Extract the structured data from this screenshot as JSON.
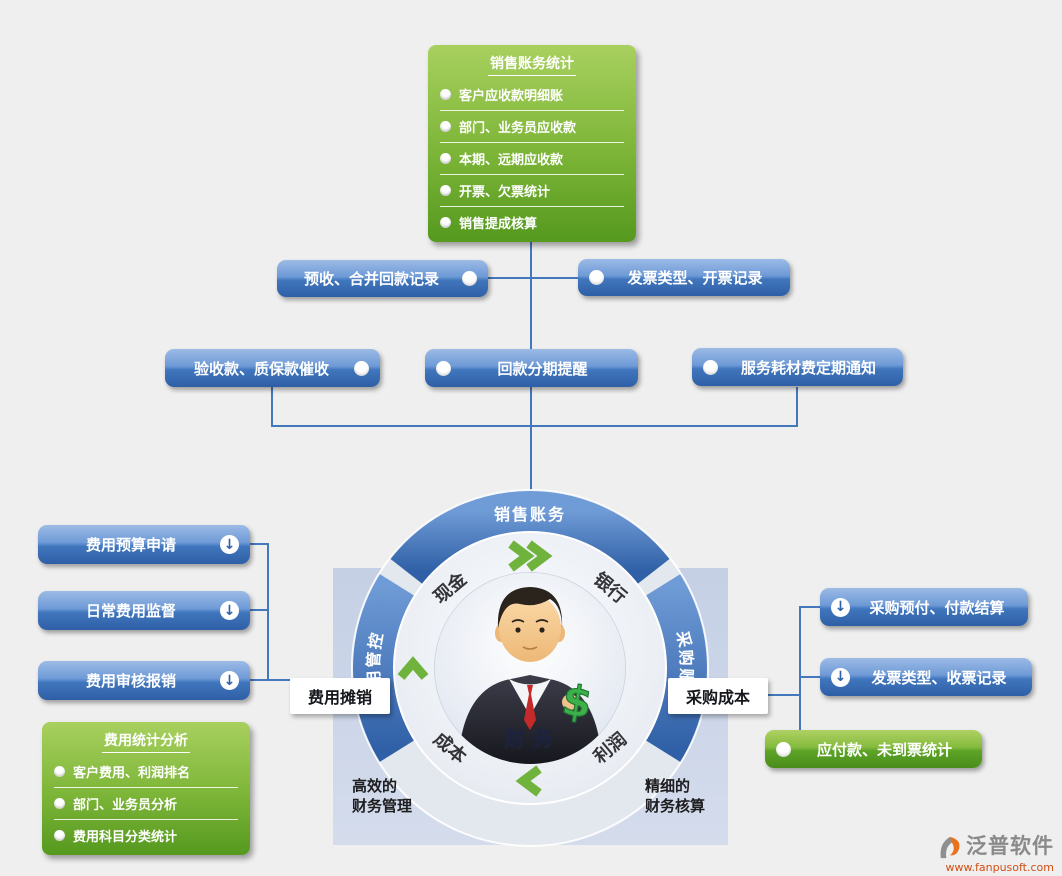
{
  "colors": {
    "background": "#efefef",
    "connector_line": "#4478bd",
    "button_blue": "#3a6cb2",
    "panel_green": "#5da426",
    "arrow_green": "#6fb33c",
    "hub_square": "#ccd6e8"
  },
  "icons": {
    "down_arrow": "↓",
    "dollar": "$"
  },
  "top_box": {
    "title": "销售账务统计",
    "items": [
      "客户应收款明细账",
      "部门、业务员应收款",
      "本期、远期应收款",
      "开票、欠票统计",
      "销售提成核算"
    ]
  },
  "connector_buttons": {
    "row1": [
      {
        "label": "预收、合并回款记录"
      },
      {
        "label": "发票类型、开票记录"
      }
    ],
    "row2": [
      {
        "label": "验收款、质保款催收"
      },
      {
        "label": "回款分期提醒"
      },
      {
        "label": "服务耗材费定期通知"
      }
    ]
  },
  "left_panel": {
    "buttons": [
      {
        "label": "费用预算申请"
      },
      {
        "label": "日常费用监督"
      },
      {
        "label": "费用审核报销"
      }
    ],
    "stats_box": {
      "title": "费用统计分析",
      "items": [
        "客户费用、利润排名",
        "部门、业务员分析",
        "费用科目分类统计"
      ]
    }
  },
  "right_panel": {
    "buttons": [
      {
        "label": "采购预付、付款结算"
      },
      {
        "label": "发票类型、收票记录"
      }
    ],
    "green_button": {
      "label": "应付款、未到票统计"
    }
  },
  "hub": {
    "arcs": {
      "top": "销售账务",
      "left": "费用管控",
      "right": "采购账务"
    },
    "inner_labels": {
      "top_left": "现金",
      "top_right": "银行",
      "bottom_left": "成本",
      "bottom_right": "利润"
    },
    "center": "财务",
    "side_boxes": {
      "left": "费用摊销",
      "right": "采购成本"
    },
    "captions": {
      "left": [
        "高效的",
        "财务管理"
      ],
      "right": [
        "精细的",
        "财务核算"
      ]
    }
  },
  "logo": {
    "name": "泛普软件",
    "url": "www.fanpusoft.com"
  }
}
